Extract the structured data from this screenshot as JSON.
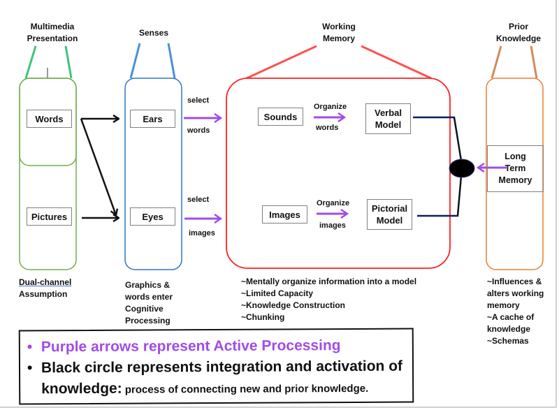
{
  "colors": {
    "presentation": "#70ad47",
    "presentation_tent": "#3cc47a",
    "senses": "#2e75c6",
    "senses_tent": "#4a90d6",
    "working_memory": "#ff2020",
    "prior_knowledge": "#ed7d31",
    "prior_tent": "#d08a5a",
    "active_processing": "#a04de8",
    "integration": "#0a1f5c"
  },
  "headers": {
    "multimedia_line1": "Multimedia",
    "multimedia_line2": "Presentation",
    "senses": "Senses",
    "working_line1": "Working",
    "working_line2": "Memory",
    "prior_line1": "Prior",
    "prior_line2": "Knowledge"
  },
  "boxes": {
    "words": "Words",
    "pictures": "Pictures",
    "ears": "Ears",
    "eyes": "Eyes",
    "sounds": "Sounds",
    "images": "Images",
    "verbal_line1": "Verbal",
    "verbal_line2": "Model",
    "pictorial_line1": "Pictorial",
    "pictorial_line2": "Model",
    "ltm_line1": "Long",
    "ltm_line2": "Term",
    "ltm_line3": "Memory"
  },
  "arrow_labels": {
    "select_words_top": "select",
    "select_words_bottom": "words",
    "select_images_top": "select",
    "select_images_bottom": "images",
    "organize_words_top": "Organize",
    "organize_words_bottom": "words",
    "organize_images_top": "Organize",
    "organize_images_bottom": "images"
  },
  "notes": {
    "presentation": [
      "Dual-channel",
      "Assumption"
    ],
    "senses": [
      "Graphics &",
      "words enter",
      "Cognitive",
      "Processing"
    ],
    "working_memory": [
      "~Mentally organize information into a model",
      "~Limited Capacity",
      "~Knowledge Construction",
      "~Chunking"
    ],
    "prior_knowledge": [
      "~Influences &",
      "alters working",
      "memory",
      "~A cache of",
      "knowledge",
      "~Schemas"
    ]
  },
  "legend": {
    "bullet": "•",
    "item1": "Purple arrows represent Active Processing",
    "item2_main": "Black circle represents integration and activation of",
    "item2_cont": "knowledge:",
    "item2_sub": " process of connecting new and prior knowledge."
  }
}
